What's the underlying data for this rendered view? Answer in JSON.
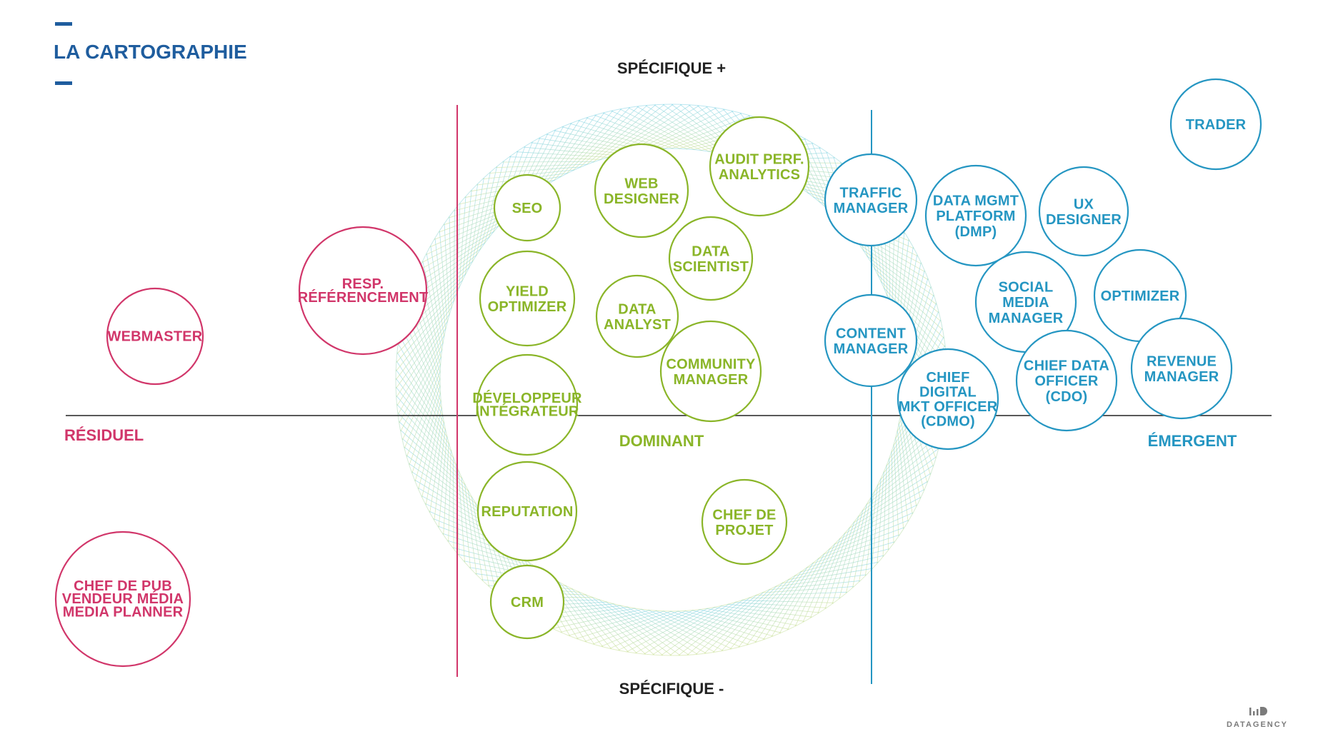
{
  "title": "LA CARTOGRAPHIE",
  "axes": {
    "top": "SPÉCIFIQUE +",
    "bottom": "SPÉCIFIQUE -",
    "left": "RÉSIDUEL",
    "center": "DOMINANT",
    "right": "ÉMERGENT"
  },
  "brand": "DATAGENCY",
  "colors": {
    "residual": "#d1366a",
    "dominant": "#8ab528",
    "emergent": "#2596c2",
    "title": "#1f5d9e",
    "axis": "#222222",
    "ring_top": "#8fd8e8",
    "ring_bottom": "#cfe3a0"
  },
  "roles": {
    "residual": [
      {
        "id": "webmaster",
        "lines": [
          "WEBMASTER"
        ]
      },
      {
        "id": "resp-referencement",
        "lines": [
          "RESP.",
          "RÉFÉRENCEMENT"
        ]
      },
      {
        "id": "chef-de-pub",
        "lines": [
          "CHEF DE PUB",
          "VENDEUR MÉDIA",
          "MEDIA PLANNER"
        ]
      }
    ],
    "dominant": [
      {
        "id": "seo",
        "lines": [
          "SEO"
        ]
      },
      {
        "id": "web-designer",
        "lines": [
          "WEB",
          "DESIGNER"
        ]
      },
      {
        "id": "audit-perf",
        "lines": [
          "AUDIT PERF.",
          "ANALYTICS"
        ]
      },
      {
        "id": "yield-optimizer",
        "lines": [
          "YIELD",
          "OPTIMIZER"
        ]
      },
      {
        "id": "data-scientist",
        "lines": [
          "DATA",
          "SCIENTIST"
        ]
      },
      {
        "id": "data-analyst",
        "lines": [
          "DATA",
          "ANALYST"
        ]
      },
      {
        "id": "community-manager",
        "lines": [
          "COMMUNITY",
          "MANAGER"
        ]
      },
      {
        "id": "developpeur",
        "lines": [
          "DÉVELOPPEUR",
          "INTÉGRATEUR"
        ]
      },
      {
        "id": "reputation",
        "lines": [
          "REPUTATION"
        ]
      },
      {
        "id": "chef-de-projet",
        "lines": [
          "CHEF DE",
          "PROJET"
        ]
      },
      {
        "id": "crm",
        "lines": [
          "CRM"
        ]
      }
    ],
    "emergent": [
      {
        "id": "trader",
        "lines": [
          "TRADER"
        ]
      },
      {
        "id": "traffic-manager",
        "lines": [
          "TRAFFIC",
          "MANAGER"
        ]
      },
      {
        "id": "dmp",
        "lines": [
          "DATA MGMT",
          "PLATFORM",
          "(DMP)"
        ]
      },
      {
        "id": "ux-designer",
        "lines": [
          "UX",
          "DESIGNER"
        ]
      },
      {
        "id": "social-media-manager",
        "lines": [
          "SOCIAL",
          "MEDIA",
          "MANAGER"
        ]
      },
      {
        "id": "optimizer",
        "lines": [
          "OPTIMIZER"
        ]
      },
      {
        "id": "content-manager",
        "lines": [
          "CONTENT",
          "MANAGER"
        ]
      },
      {
        "id": "cdmo",
        "lines": [
          "CHIEF",
          "DIGITAL",
          "MKT OFFICER",
          "(CDMO)"
        ]
      },
      {
        "id": "cdo",
        "lines": [
          "CHIEF DATA",
          "OFFICER",
          "(CDO)"
        ]
      },
      {
        "id": "revenue-manager",
        "lines": [
          "REVENUE",
          "MANAGER"
        ]
      }
    ]
  }
}
